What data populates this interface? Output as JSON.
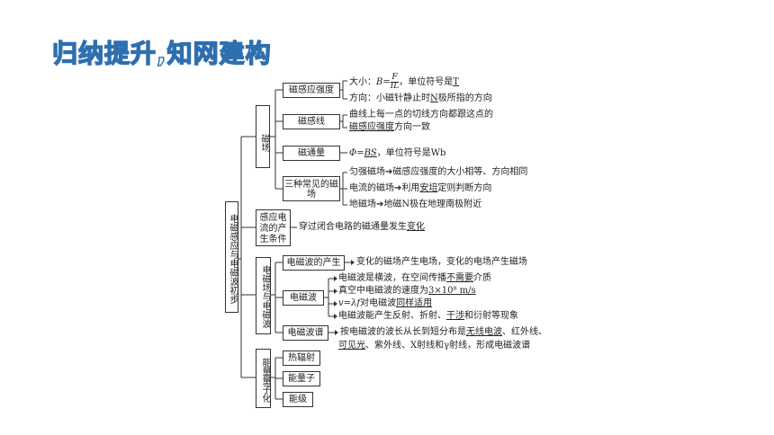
{
  "page": {
    "title": "归纳提升,知网建构",
    "colors": {
      "title": "#2e6fb0",
      "line": "#333333"
    }
  },
  "root": {
    "label": "电磁感应与电磁波初步"
  },
  "branches": {
    "magnetic_field": {
      "label": "磁场",
      "nodes": {
        "intensity": {
          "label": "磁感应强度",
          "line1_prefix": "大小：",
          "line1_formula_lhs": "B=",
          "line1_num": "F",
          "line1_den": "IL",
          "line1_mid": "，单位符号是",
          "line1_unit": "T",
          "line2_prefix": "方向：小磁针静止时",
          "line2_pole": "N",
          "line2_suffix": "极所指的方向"
        },
        "field_line": {
          "label": "磁感线",
          "line1": "曲线上每一点的切线方向都跟这点的",
          "line2": "磁感应强度",
          "line2_suffix": "方向一致"
        },
        "flux": {
          "label": "磁通量",
          "phi": "Φ=",
          "bs": "BS",
          "suffix": "，单位符号是Wb"
        },
        "common_fields": {
          "label": "三种常见的磁场",
          "item1": "匀强磁场➔磁感应强度的大小相等、方向相同",
          "item2_prefix": "电流的磁场➔利用",
          "item2_u": "安培",
          "item2_suffix": "定则判断方向",
          "item3": "地磁场➔地磁N极在地理南极附近"
        }
      }
    },
    "induction": {
      "label": "感应电流的产生条件",
      "text_prefix": "穿过闭合电路的磁通量发生",
      "text_u": "变化"
    },
    "em_wave": {
      "label": "电磁场与电磁波",
      "nodes": {
        "generation": {
          "label": "电磁波的产生",
          "text": "变化的磁场产生电场，变化的电场产生磁场"
        },
        "wave": {
          "label": "电磁波",
          "item1_prefix": "电磁波是横波，在空间传播",
          "item1_u": "不需要",
          "item1_suffix": "介质",
          "item2_prefix": "真空中电磁波的速度为",
          "item2_u": "3×10⁸ m/s",
          "item3_formula": "v=λf",
          "item3_mid": "对电磁波",
          "item3_u": "同样适用",
          "item4_prefix": "电磁波能产生反射、折射、",
          "item4_u": "干涉",
          "item4_suffix": "和衍射等现象"
        },
        "spectrum": {
          "label": "电磁波谱",
          "line1_prefix": "按电磁波的波长从长到短分布是",
          "line1_u": "无线电波",
          "line1_suffix": "、红外线、",
          "line2_u": "可见光",
          "line2_suffix": "、紫外线、X射线和γ射线，形成电磁波谱"
        }
      }
    },
    "quantization": {
      "label": "能量量子化",
      "nodes": [
        "热辐射",
        "能量子",
        "能级"
      ]
    }
  }
}
